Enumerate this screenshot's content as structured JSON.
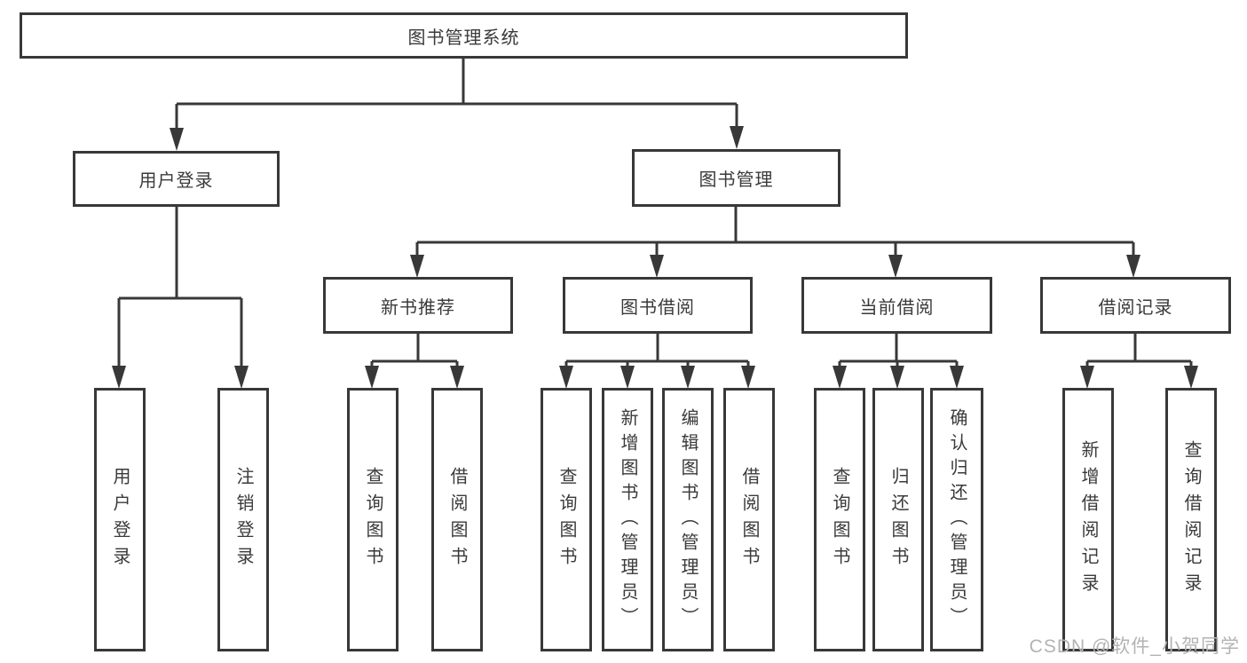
{
  "tree": {
    "root": {
      "label": "图书管理系统"
    },
    "branches": {
      "user_login": {
        "label": "用户登录",
        "children": {
          "login": "用户登录",
          "logout": "注销登录"
        }
      },
      "book_management": {
        "label": "图书管理",
        "children": {
          "new_book_recommend": {
            "label": "新书推荐",
            "children": {
              "query_books": "查询图书",
              "borrow_books": "借阅图书"
            }
          },
          "book_borrowing": {
            "label": "图书借阅",
            "children": {
              "query_books": "查询图书",
              "add_book_admin": "新增图书（管理员）",
              "edit_book_admin": "编辑图书（管理员）",
              "borrow_books": "借阅图书"
            }
          },
          "current_borrowing": {
            "label": "当前借阅",
            "children": {
              "query_books": "查询图书",
              "return_books": "归还图书",
              "confirm_return_admin": "确认归还（管理员）"
            }
          },
          "borrow_records": {
            "label": "借阅记录",
            "children": {
              "add_record": "新增借阅记录",
              "query_record": "查询借阅记录"
            }
          }
        }
      }
    }
  },
  "watermark": "CSDN @软件_小贺同学",
  "colors": {
    "line": "#383838",
    "text": "#3a3a3a",
    "watermark": "#b3b3b3",
    "background": "#ffffff"
  }
}
